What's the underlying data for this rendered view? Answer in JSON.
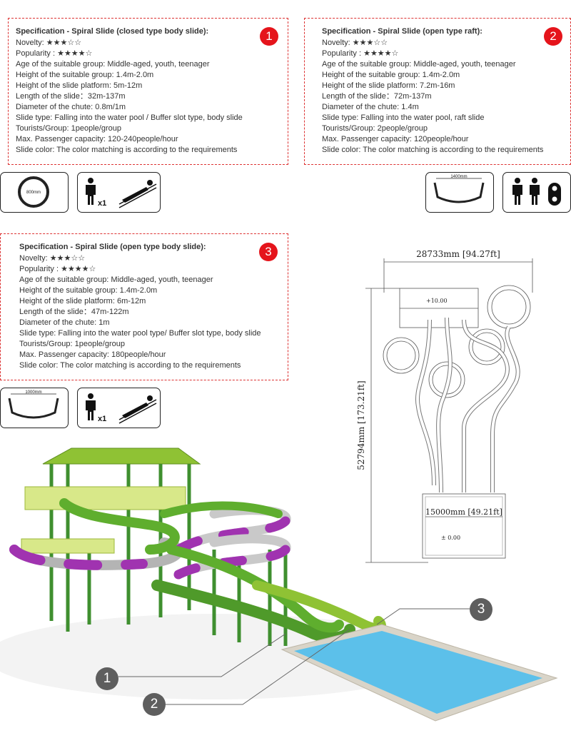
{
  "specs": [
    {
      "title": "Specification - Spiral Slide (closed type body slide):",
      "badge": "1",
      "lines": [
        "Novelty: ★★★☆☆",
        "Popularity : ★★★★☆",
        "Age of the suitable group: Middle-aged, youth, teenager",
        "Height of the suitable group: 1.4m-2.0m",
        "Height of the slide platform: 5m-12m",
        "Length of the slide：32m-137m",
        "Diameter of the chute: 0.8m/1m",
        "Slide type: Falling into the water pool / Buffer slot type, body slide",
        "Tourists/Group: 1people/group",
        "Max. Passenger capacity: 120-240people/hour",
        "Slide color: The color matching is according to the requirements"
      ]
    },
    {
      "title": "Specification - Spiral Slide (open type raft):",
      "badge": "2",
      "lines": [
        "Novelty: ★★★☆☆",
        "Popularity : ★★★★☆",
        "Age of the suitable group: Middle-aged, youth, teenager",
        "Height of the suitable group: 1.4m-2.0m",
        "Height of the slide platform: 7.2m-16m",
        "Length of the slide：72m-137m",
        "Diameter of the chute: 1.4m",
        "Slide type: Falling into the water pool, raft slide",
        "Tourists/Group: 2people/group",
        "Max. Passenger capacity: 120people/hour",
        "Slide color: The color matching is according to the requirements"
      ]
    },
    {
      "title": "Specification - Spiral Slide (open type body slide):",
      "badge": "3",
      "lines": [
        "Novelty: ★★★☆☆",
        "Popularity : ★★★★☆",
        "Age of the suitable group: Middle-aged, youth, teenager",
        "Height of the suitable group: 1.4m-2.0m",
        "Height of the slide platform: 6m-12m",
        "Length of the slide：47m-122m",
        "Diameter of the chute: 1m",
        "Slide type: Falling into the water pool type/ Buffer slot type, body slide",
        "Tourists/Group: 1people/group",
        "Max. Passenger capacity: 180people/hour",
        "Slide color: The color matching is according to the requirements"
      ]
    }
  ],
  "icons": {
    "spec1": {
      "diameter": "800mm",
      "riders": "x1"
    },
    "spec2": {
      "width": "1400mm"
    },
    "spec3": {
      "width": "1000mm",
      "riders": "x1"
    }
  },
  "drawing": {
    "width_dim": "28733mm [94.27ft]",
    "height_dim": "52794mm [173.21ft]",
    "pool_dim": "15000mm [49.21ft]",
    "platform_level": "+10.00",
    "ground_level": "± 0.00"
  },
  "callouts": [
    "1",
    "2",
    "3"
  ],
  "colors": {
    "dashed_border": "#dd3333",
    "badge_red": "#e5141b",
    "callout_gray": "#5e5e5e",
    "slide_green": "#5fae2e",
    "slide_purple": "#a033b0",
    "pool_blue": "#5cc0ea"
  }
}
